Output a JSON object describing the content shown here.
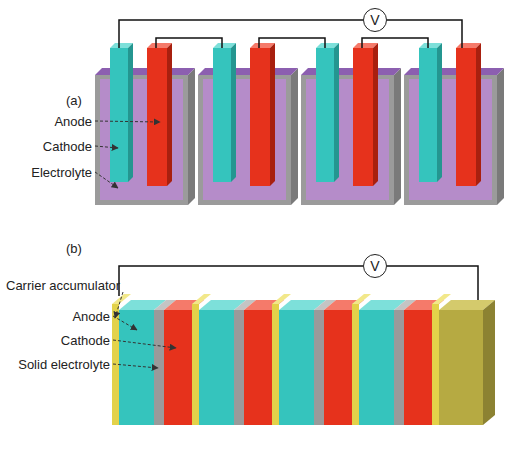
{
  "diagram": {
    "nodes": [
      {
        "text": [
          "V"
        ]
      },
      {
        "text": [
          "V"
        ]
      }
    ],
    "labels": [
      "(a)",
      "Anode",
      "Cathode",
      "Electrolyte",
      "(b)",
      "Carrier accumulator",
      "Anode",
      "Cathode",
      "Solid electrolyte"
    ]
  }
}
